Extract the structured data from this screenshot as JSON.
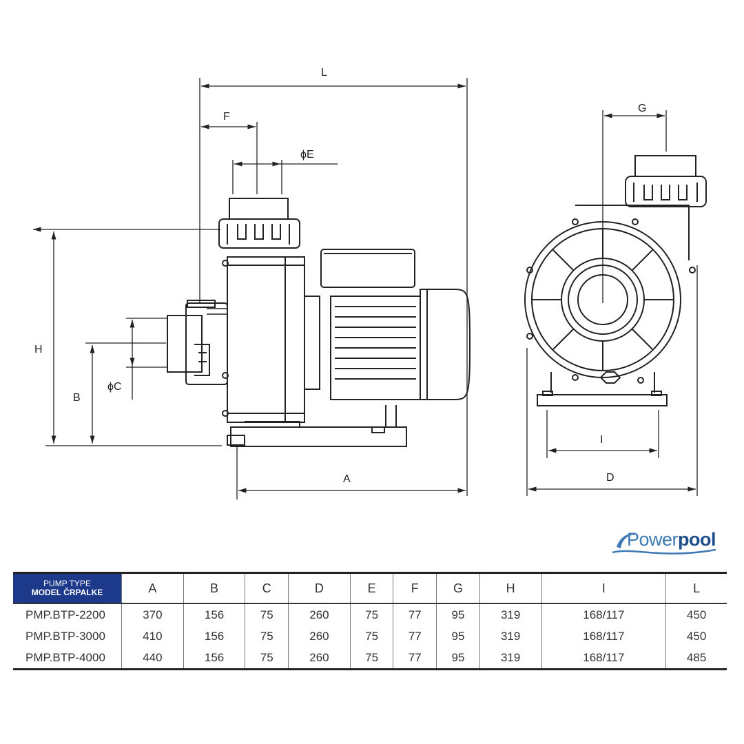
{
  "dimension_labels": {
    "L": "L",
    "F": "F",
    "E": "ϕE",
    "H": "H",
    "B": "B",
    "C": "ϕC",
    "A": "A",
    "G": "G",
    "I": "I",
    "D": "D"
  },
  "brand": {
    "part1": "Power",
    "part2": "pool",
    "color_light": "#3c79b5",
    "color_dark": "#1f4f8a"
  },
  "table": {
    "header_line1": "PUMP TYPE",
    "header_line2": "MODEL ČRPALKE",
    "header_color": "#1d3a8a",
    "columns": [
      "A",
      "B",
      "C",
      "D",
      "E",
      "F",
      "G",
      "H",
      "I",
      "L"
    ],
    "rows": [
      {
        "model": "PMP.BTP-2200",
        "values": [
          "370",
          "156",
          "75",
          "260",
          "75",
          "77",
          "95",
          "319",
          "168/117",
          "450"
        ]
      },
      {
        "model": "PMP.BTP-3000",
        "values": [
          "410",
          "156",
          "75",
          "260",
          "75",
          "77",
          "95",
          "319",
          "168/117",
          "450"
        ]
      },
      {
        "model": "PMP.BTP-4000",
        "values": [
          "440",
          "156",
          "75",
          "260",
          "75",
          "77",
          "95",
          "319",
          "168/117",
          "485"
        ]
      }
    ]
  }
}
